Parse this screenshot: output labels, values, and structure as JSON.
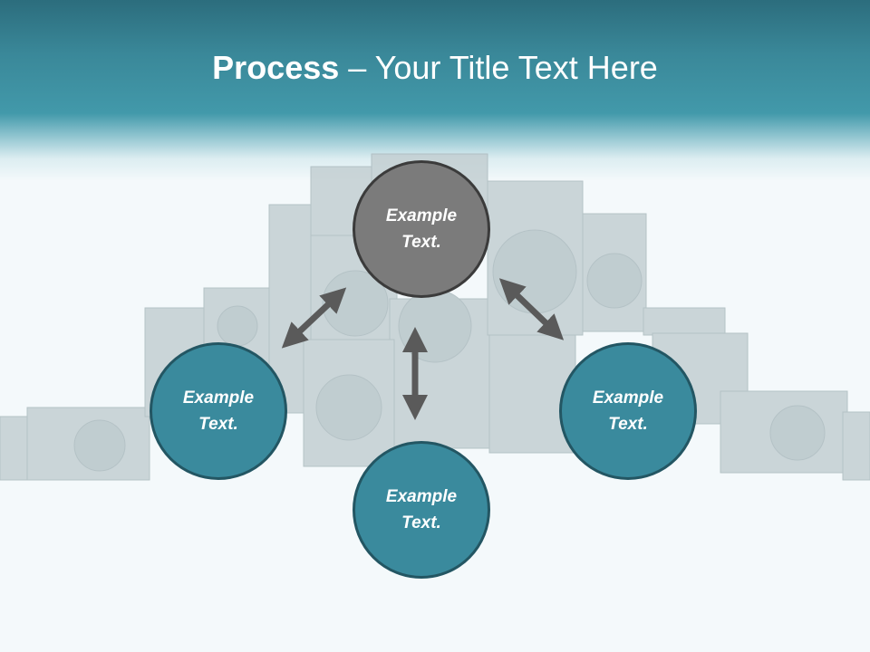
{
  "title": {
    "bold": "Process",
    "separator": " – ",
    "rest": "Your Title Text Here"
  },
  "colors": {
    "header_top": "#2c6d7d",
    "header_mid": "#4299aa",
    "background": "#f4f9fb",
    "teal_circle": "#3a8a9d",
    "gray_circle": "#7b7b7b",
    "arrow": "#5a5a5a"
  },
  "nodes": {
    "top": {
      "label": "Example\nText."
    },
    "left": {
      "label": "Example\nText."
    },
    "right": {
      "label": "Example\nText."
    },
    "bottom": {
      "label": "Example\nText."
    }
  },
  "background_image": "loudspeakers-icon",
  "arrow_icons": [
    "double-arrow-diagonal-left",
    "double-arrow-vertical",
    "double-arrow-diagonal-right"
  ]
}
